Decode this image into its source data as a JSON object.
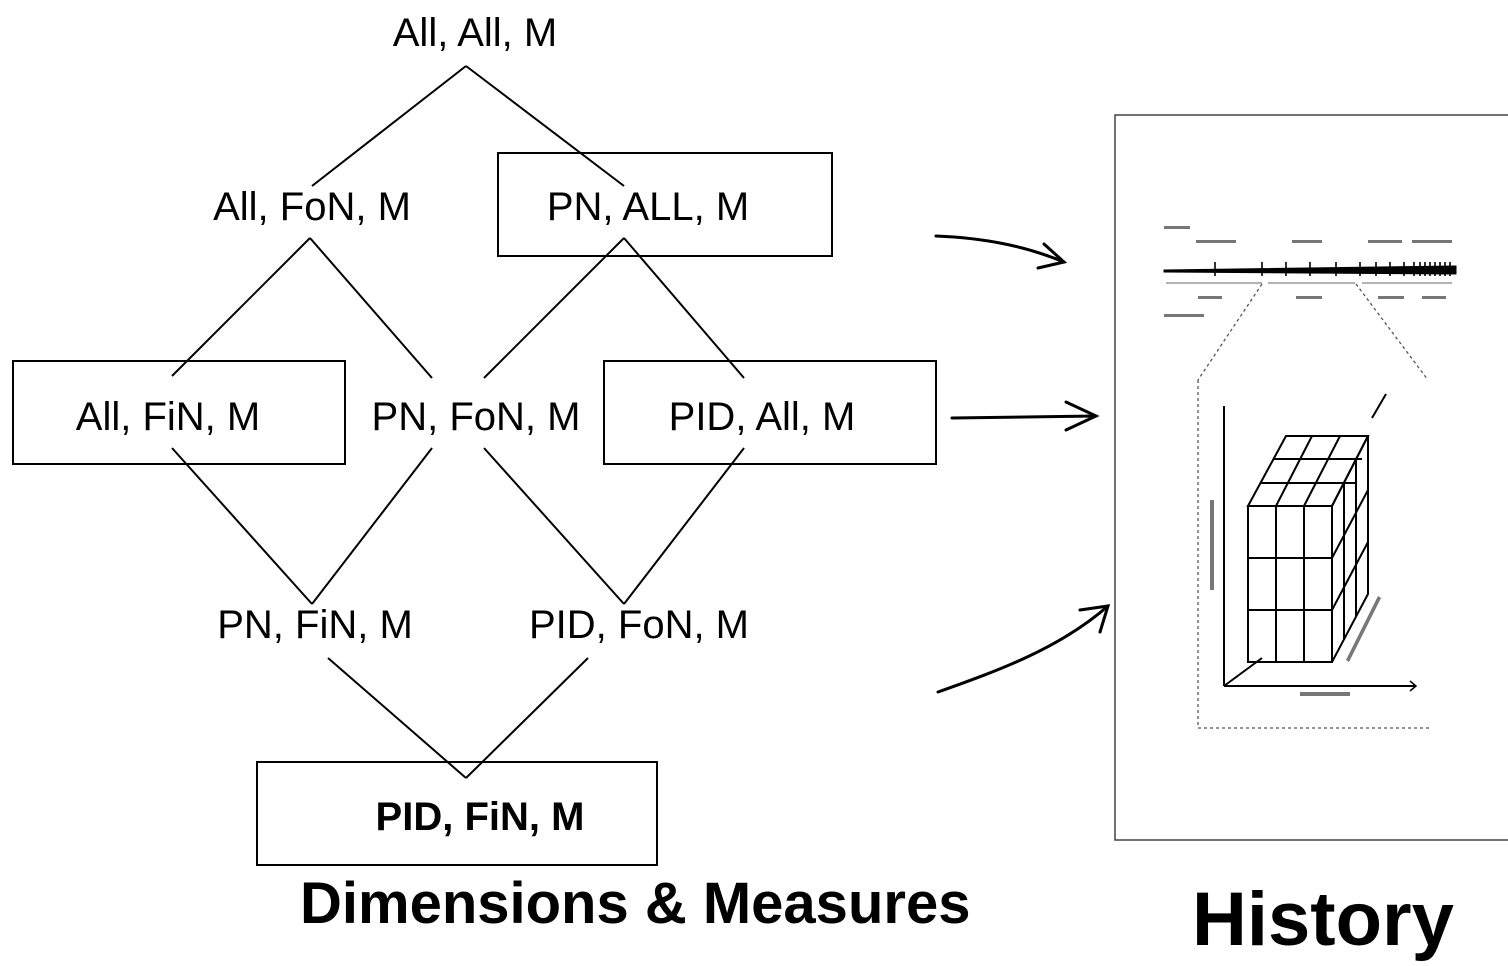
{
  "lattice": {
    "top": "All, All, M",
    "level1_left": "All, FoN, M",
    "level1_right": "PN, ALL, M",
    "level2_left": "All, FiN, M",
    "level2_center": "PN, FoN, M",
    "level2_right": "PID, All, M",
    "level3_left": "PN, FiN, M",
    "level3_right": "PID, FoN, M",
    "bottom": "PID, FiN, M"
  },
  "captions": {
    "left": "Dimensions & Measures",
    "right": "History"
  }
}
